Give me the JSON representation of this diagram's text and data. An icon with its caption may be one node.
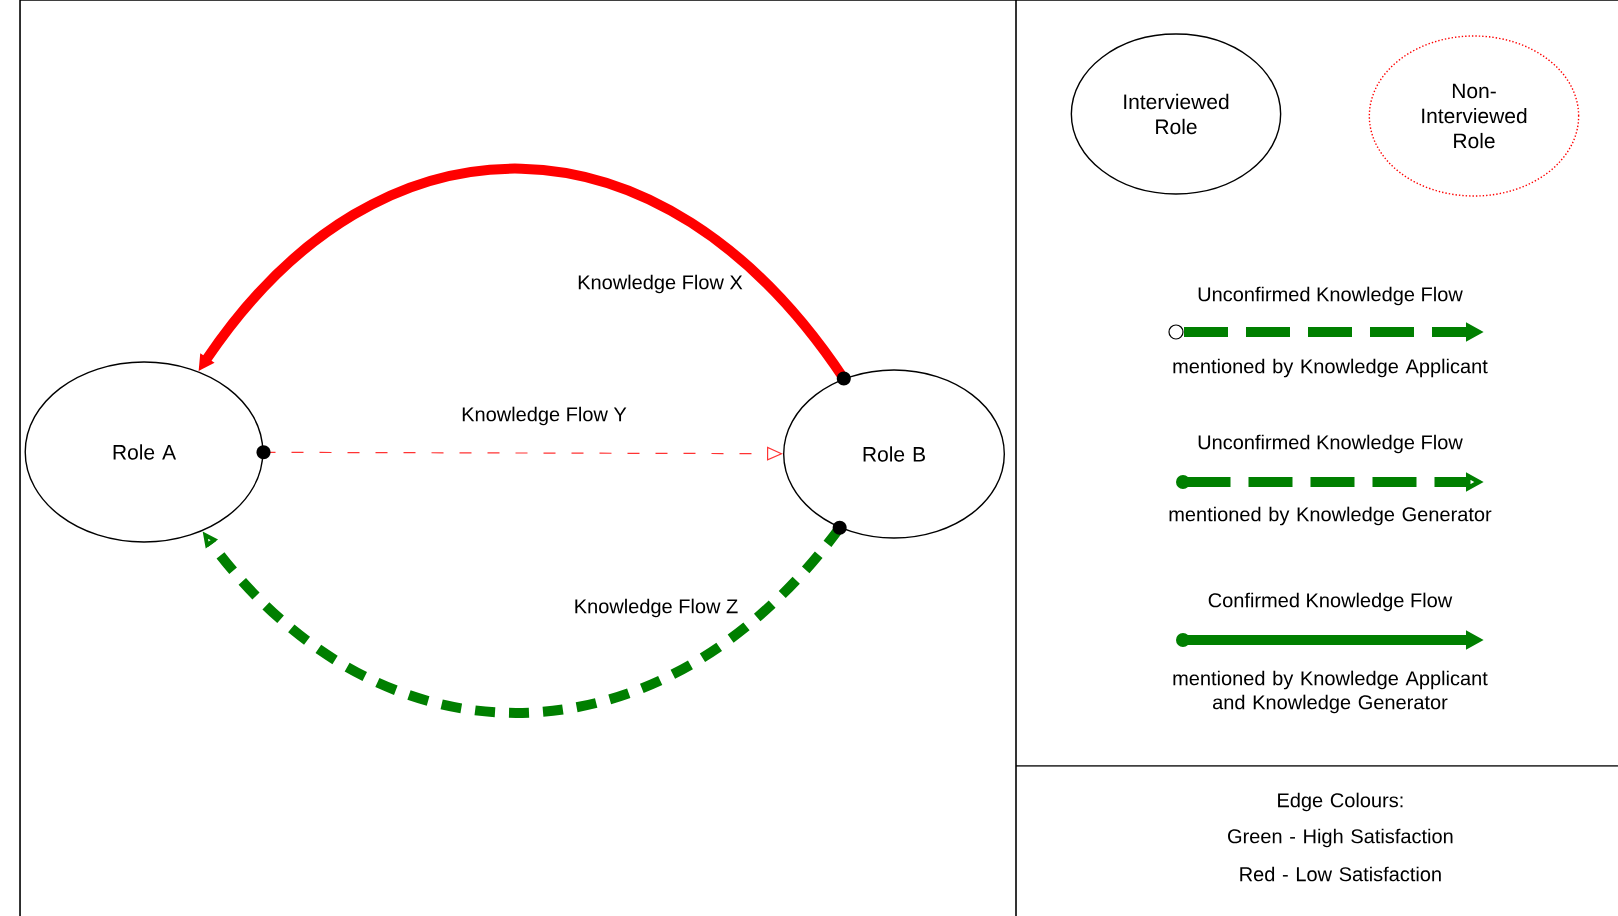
{
  "diagram": {
    "nodes": [
      {
        "text": [
          "Role A"
        ]
      },
      {
        "text": [
          "Role B"
        ]
      },
      {
        "text": [
          "Interviewed Role"
        ]
      },
      {
        "text": [
          "Non-Interviewed Role"
        ]
      }
    ],
    "edges": [
      {
        "from": 1,
        "to": 0,
        "arrow": "to",
        "label": "Knowledge Flow X",
        "color": "#ff0000"
      },
      {
        "from": 0,
        "to": 1,
        "arrow": "to",
        "label": "Knowledge Flow Y",
        "style": "dashed",
        "color": "#ff3333"
      },
      {
        "from": 1,
        "to": 0,
        "arrow": "to",
        "label": "Knowledge Flow Z",
        "style": "dashed",
        "color": "#007f00"
      }
    ],
    "labels": [
      "mentioned by Knowledge Applicant",
      "mentioned by Knowledge Generator",
      "mentioned by Knowledge Applicant and Knowledge Generator",
      "Edge Colours:",
      "Green - High Satisfaction",
      "Red - Low Satisfaction"
    ],
    "legend": [
      {
        "text": "Unconfirmed Knowledge Flow"
      },
      {
        "text": "Unconfirmed Knowledge Flow"
      },
      {
        "text": "Confirmed Knowledge Flow"
      }
    ]
  }
}
